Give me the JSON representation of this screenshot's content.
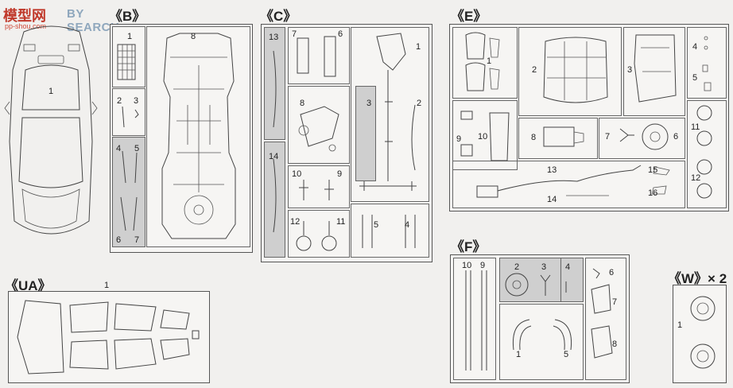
{
  "watermark": {
    "logo": "模型网",
    "text": "BY SEARCH",
    "url": "pp-shou.com"
  },
  "headers": {
    "B": "《B》",
    "C": "《C》",
    "E": "《E》",
    "F": "《F》",
    "UA": "《UA》",
    "W": "《W》× 2"
  },
  "labels": {
    "body": "1",
    "B": [
      "1",
      "8",
      "2",
      "3",
      "4",
      "5",
      "6",
      "7"
    ],
    "C": [
      "13",
      "7",
      "6",
      "1",
      "8",
      "3",
      "2",
      "14",
      "10",
      "9",
      "12",
      "11",
      "5",
      "4"
    ],
    "E": [
      "1",
      "2",
      "3",
      "4",
      "5",
      "9",
      "10",
      "8",
      "7",
      "6",
      "11",
      "12",
      "13",
      "14",
      "15",
      "16"
    ],
    "UA": [
      "1"
    ],
    "F": [
      "10",
      "9",
      "2",
      "3",
      "4",
      "6",
      "7",
      "1",
      "5",
      "8"
    ],
    "W": [
      "1"
    ]
  }
}
